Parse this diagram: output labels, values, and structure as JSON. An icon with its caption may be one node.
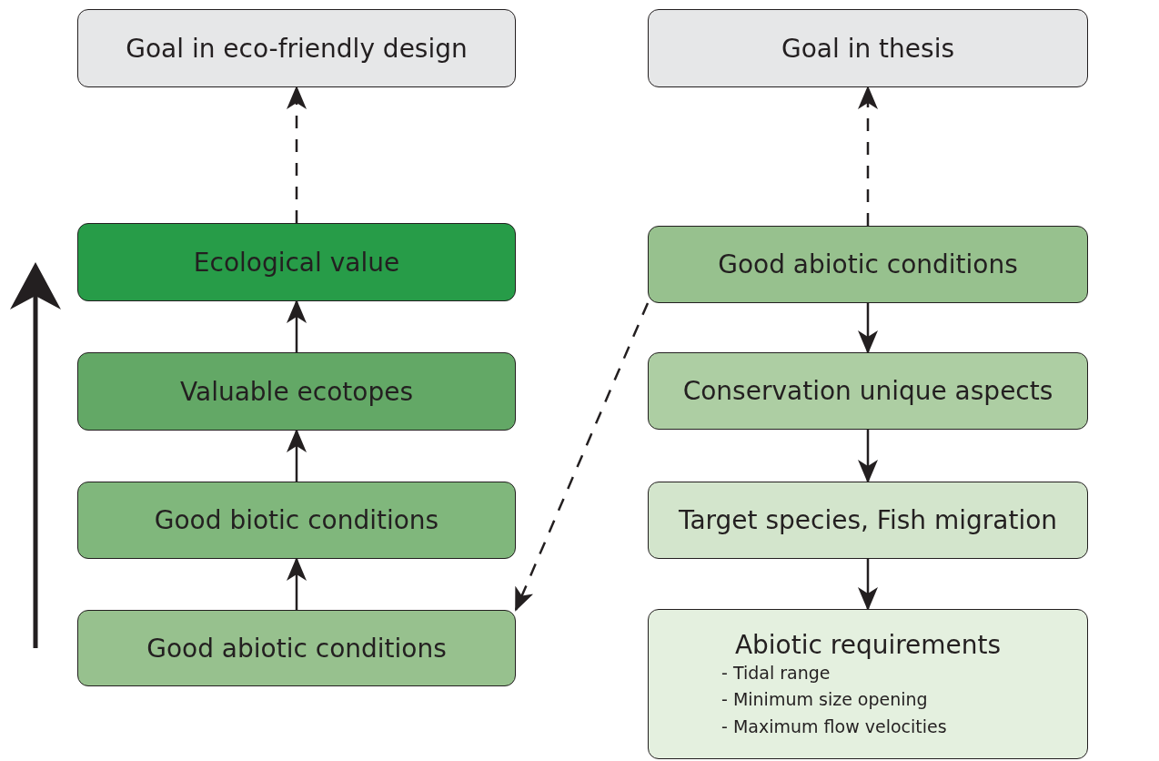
{
  "diagram": {
    "nodes": [
      {
        "text": [
          "Goal in eco-friendly design"
        ]
      },
      {
        "text": [
          "Goal in thesis"
        ]
      },
      {
        "text": [
          "Ecological value"
        ]
      },
      {
        "text": [
          "Valuable ecotopes"
        ]
      },
      {
        "text": [
          "Good biotic conditions"
        ]
      },
      {
        "text": [
          "Good abiotic conditions"
        ]
      },
      {
        "text": [
          "Good abiotic conditions"
        ]
      },
      {
        "text": [
          "Conservation unique aspects"
        ]
      },
      {
        "text": [
          "Target species, Fish migration"
        ]
      },
      {
        "text": [
          "Abiotic requirements",
          "- Tidal range",
          "- Minimum size opening",
          "- Maximum flow velocities"
        ]
      }
    ],
    "edges": [
      {
        "from": 2,
        "to": 0,
        "arrow": "to",
        "style": "dashed"
      },
      {
        "from": 3,
        "to": 2,
        "arrow": "to"
      },
      {
        "from": 4,
        "to": 3,
        "arrow": "to"
      },
      {
        "from": 5,
        "to": 4,
        "arrow": "to"
      },
      {
        "from": 6,
        "to": 1,
        "arrow": "to",
        "style": "dashed"
      },
      {
        "from": 6,
        "to": 5,
        "arrow": "to",
        "style": "dashed"
      },
      {
        "from": 6,
        "to": 7,
        "arrow": "to"
      },
      {
        "from": 7,
        "to": 8,
        "arrow": "to"
      },
      {
        "from": 8,
        "to": 9,
        "arrow": "to"
      }
    ]
  }
}
